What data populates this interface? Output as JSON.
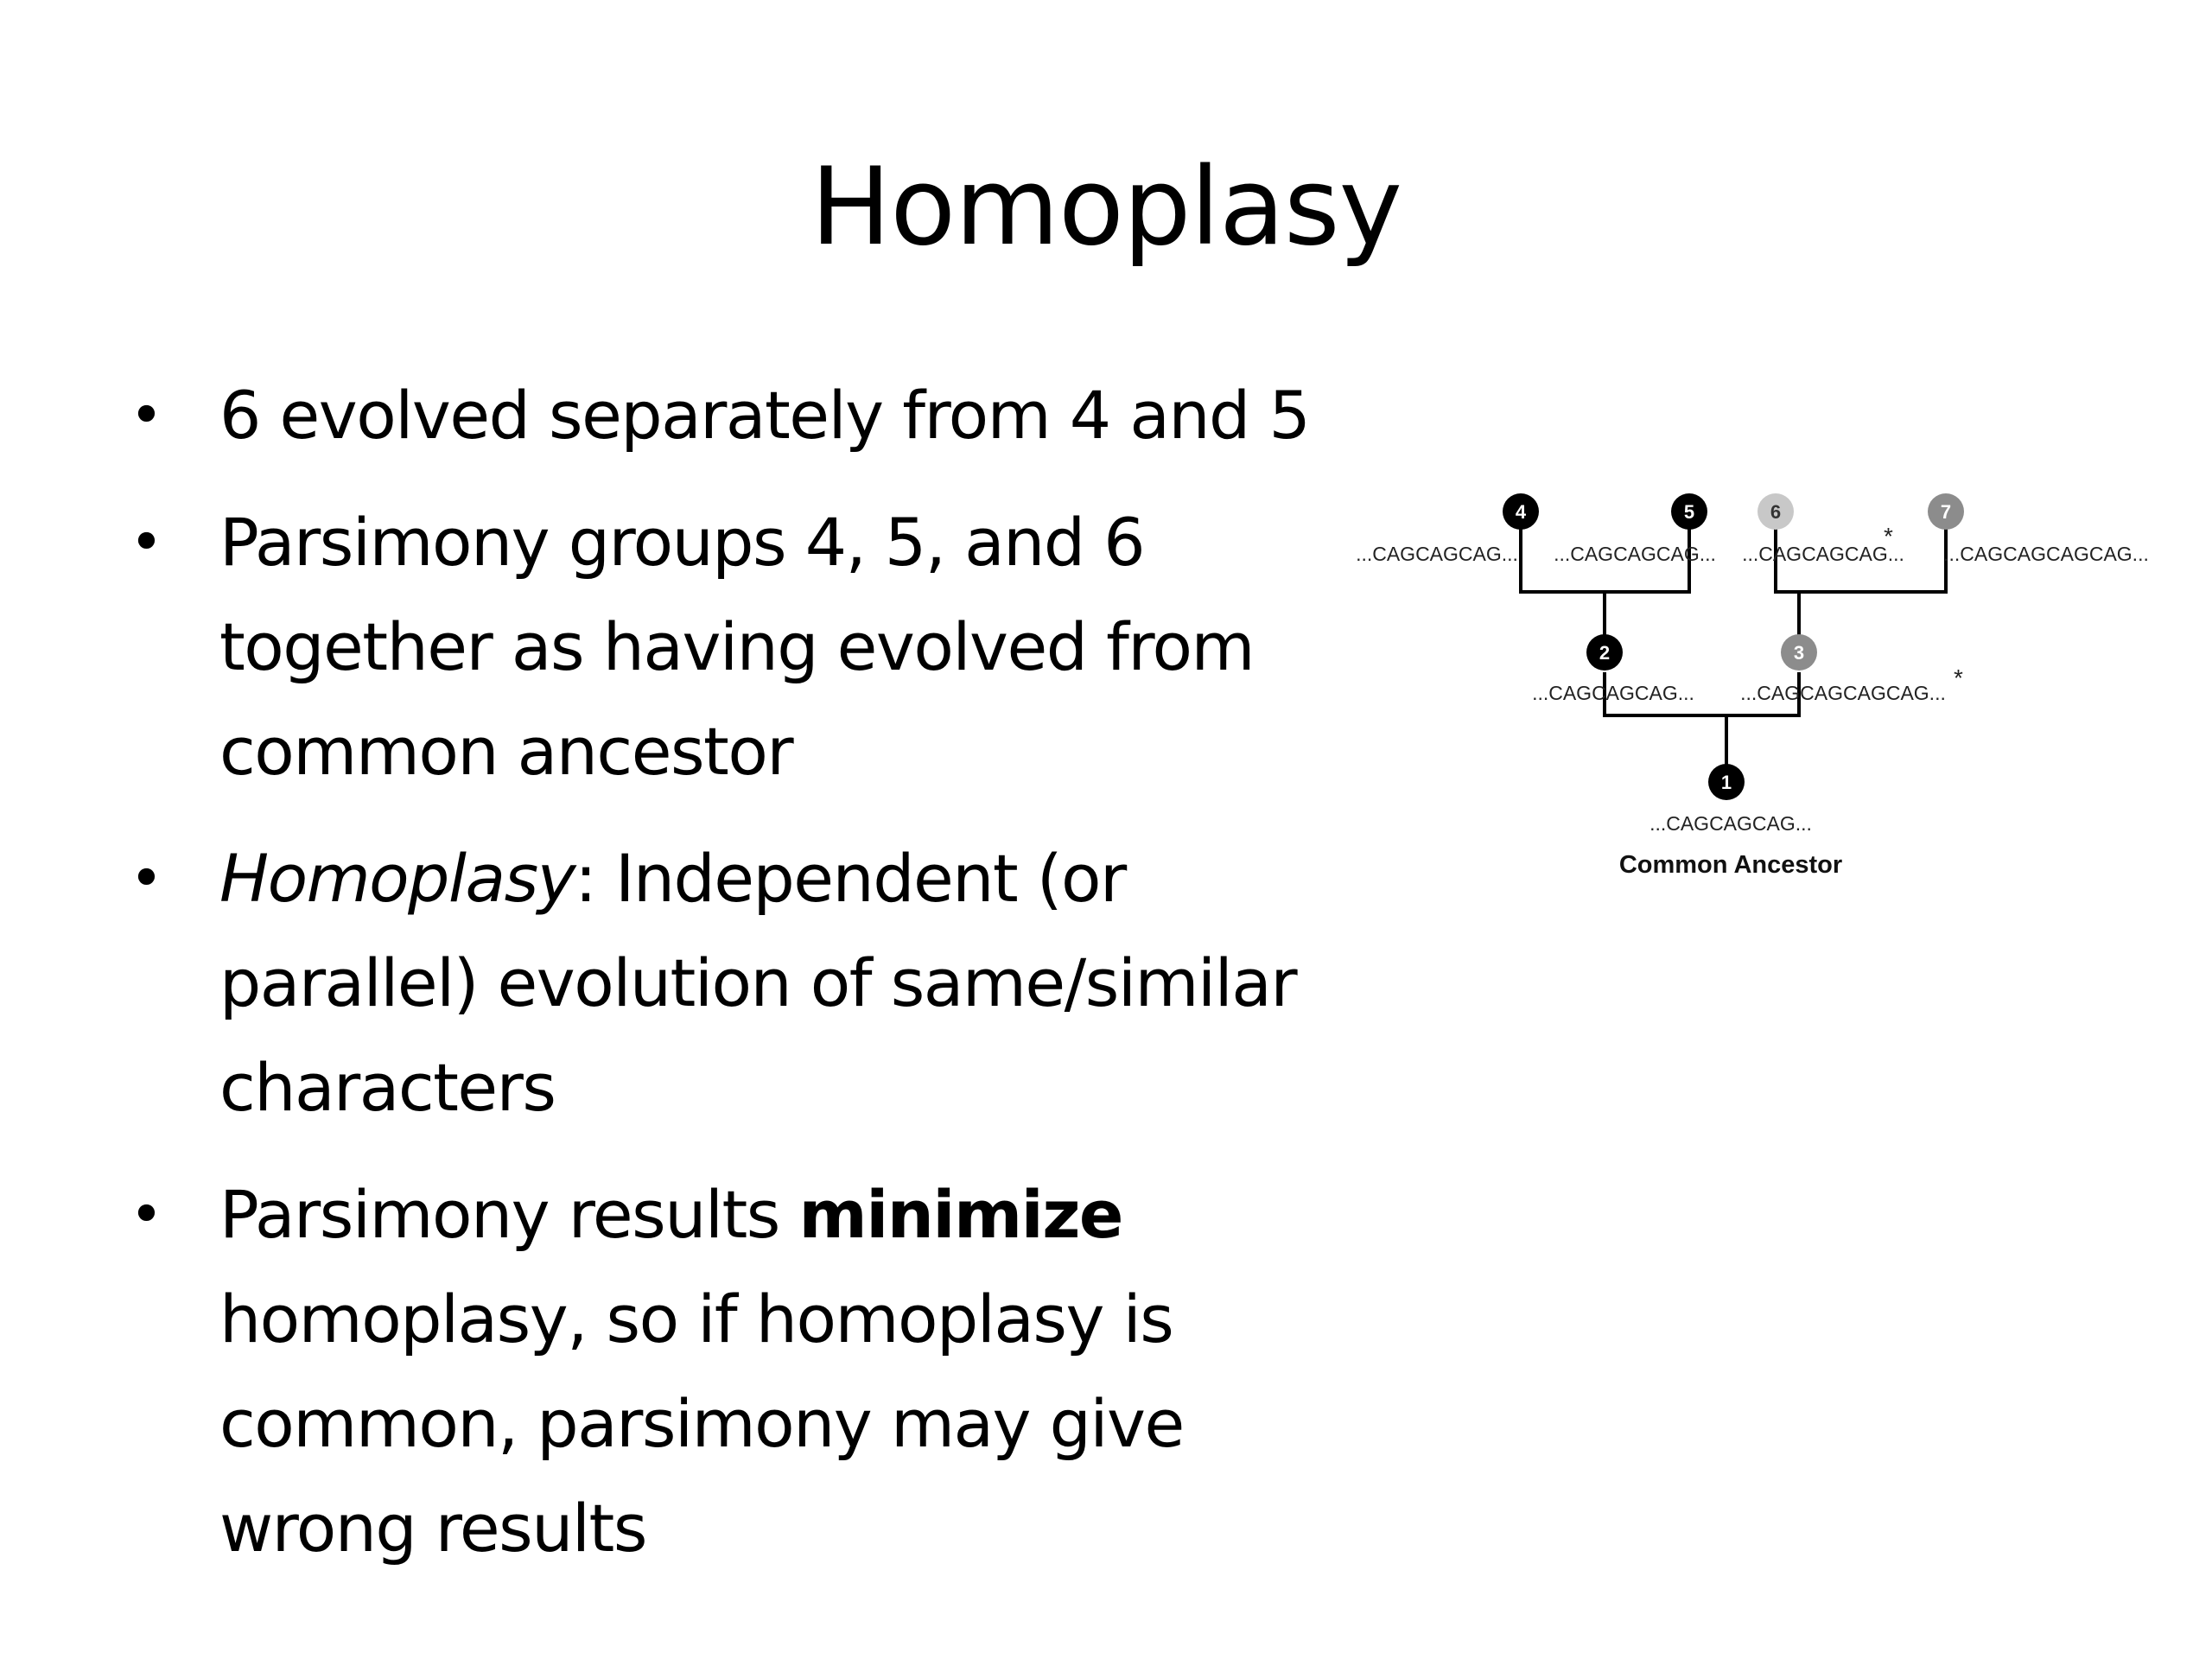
{
  "slide": {
    "title": "Homoplasy",
    "bullets": [
      {
        "lines": [
          "6 evolved separately from 4 and 5"
        ]
      },
      {
        "lines": [
          "Parsimony groups 4, 5, and 6",
          "together as having evolved from",
          "common ancestor"
        ]
      },
      {
        "first_line_term": "Homoplasy",
        "first_line_rest": ": Independent (or",
        "lines": [
          "parallel) evolution of same/similar",
          "characters"
        ]
      },
      {
        "first_line_pre": "Parsimony results ",
        "first_line_bold": "minimize",
        "lines": [
          "homoplasy, so if homoplasy is",
          "common, parsimony may give",
          "wrong results"
        ]
      }
    ],
    "bullet_symbol": "•"
  },
  "diagram": {
    "nodes": {
      "n4": {
        "label": "4",
        "sequence": "...CAGCAGCAG...",
        "color": "#000000"
      },
      "n5": {
        "label": "5",
        "sequence": "...CAGCAGCAG...",
        "color": "#000000"
      },
      "n6": {
        "label": "6",
        "sequence": "...CAGCAGCAG...",
        "color": "#c8c8c8",
        "marker": "*"
      },
      "n7": {
        "label": "7",
        "sequence": "...CAGCAGCAGCAG...",
        "color": "#8c8c8c"
      },
      "n2": {
        "label": "2",
        "sequence": "...CAGCAGCAG...",
        "color": "#000000"
      },
      "n3": {
        "label": "3",
        "sequence": "...CAGCAGCAGCAG...",
        "color": "#8c8c8c",
        "marker": "*"
      },
      "n1": {
        "label": "1",
        "sequence": "...CAGCAGCAG...",
        "color": "#000000"
      }
    },
    "root_caption": "Common Ancestor"
  }
}
